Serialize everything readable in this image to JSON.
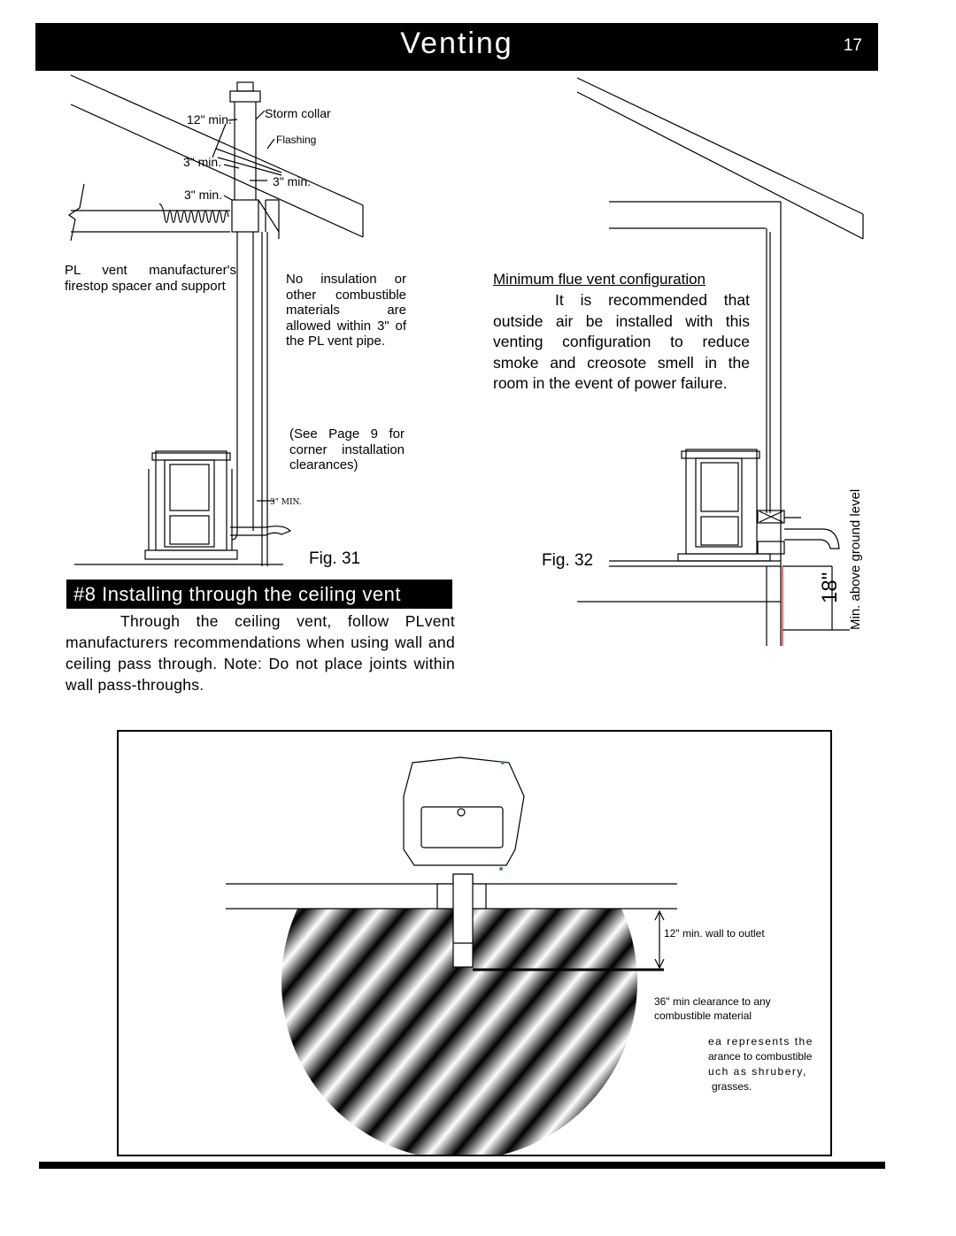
{
  "header": {
    "title": "Venting",
    "page_number": "17"
  },
  "fig31": {
    "label": "Fig. 31",
    "twelve_min": "12\" min.",
    "storm_collar": "Storm collar",
    "flashing": "Flashing",
    "three_min_a": "3\" min.",
    "three_min_b": "3\" min.",
    "three_min_c": "3\" min.",
    "firestop_note": "PL vent manufacturer's firestop spacer and support",
    "insulation_note": "No insulation or other combustible materials are allowed within 3\" of the PL vent pipe.",
    "see_page": "(See Page 9 for corner installation clearances)",
    "three_min_pipe": "3\" MIN."
  },
  "section": {
    "heading": "#8 Installing through the ceiling vent",
    "body": "Through the ceiling vent, follow PLvent manufacturers recommendations when using wall and ceiling pass through. Note: Do not place joints within wall pass-throughs."
  },
  "fig32": {
    "label": "Fig. 32",
    "title": "Minimum flue vent configuration",
    "text": "It is recommended that outside air be installed with this venting configuration to reduce smoke and creosote smell in the room in the event of power failure.",
    "dimension": "18\"",
    "ground_label": "Min. above ground level"
  },
  "fig33": {
    "wall_to_outlet": "12\" min. wall to outlet",
    "clearance_line1": "36\" min clearance to any",
    "clearance_line2": "combustible material",
    "area_line1": "ea represents the",
    "area_line2": "arance to combustible",
    "area_line3": "uch as shrubery,",
    "area_line4": "grasses."
  }
}
